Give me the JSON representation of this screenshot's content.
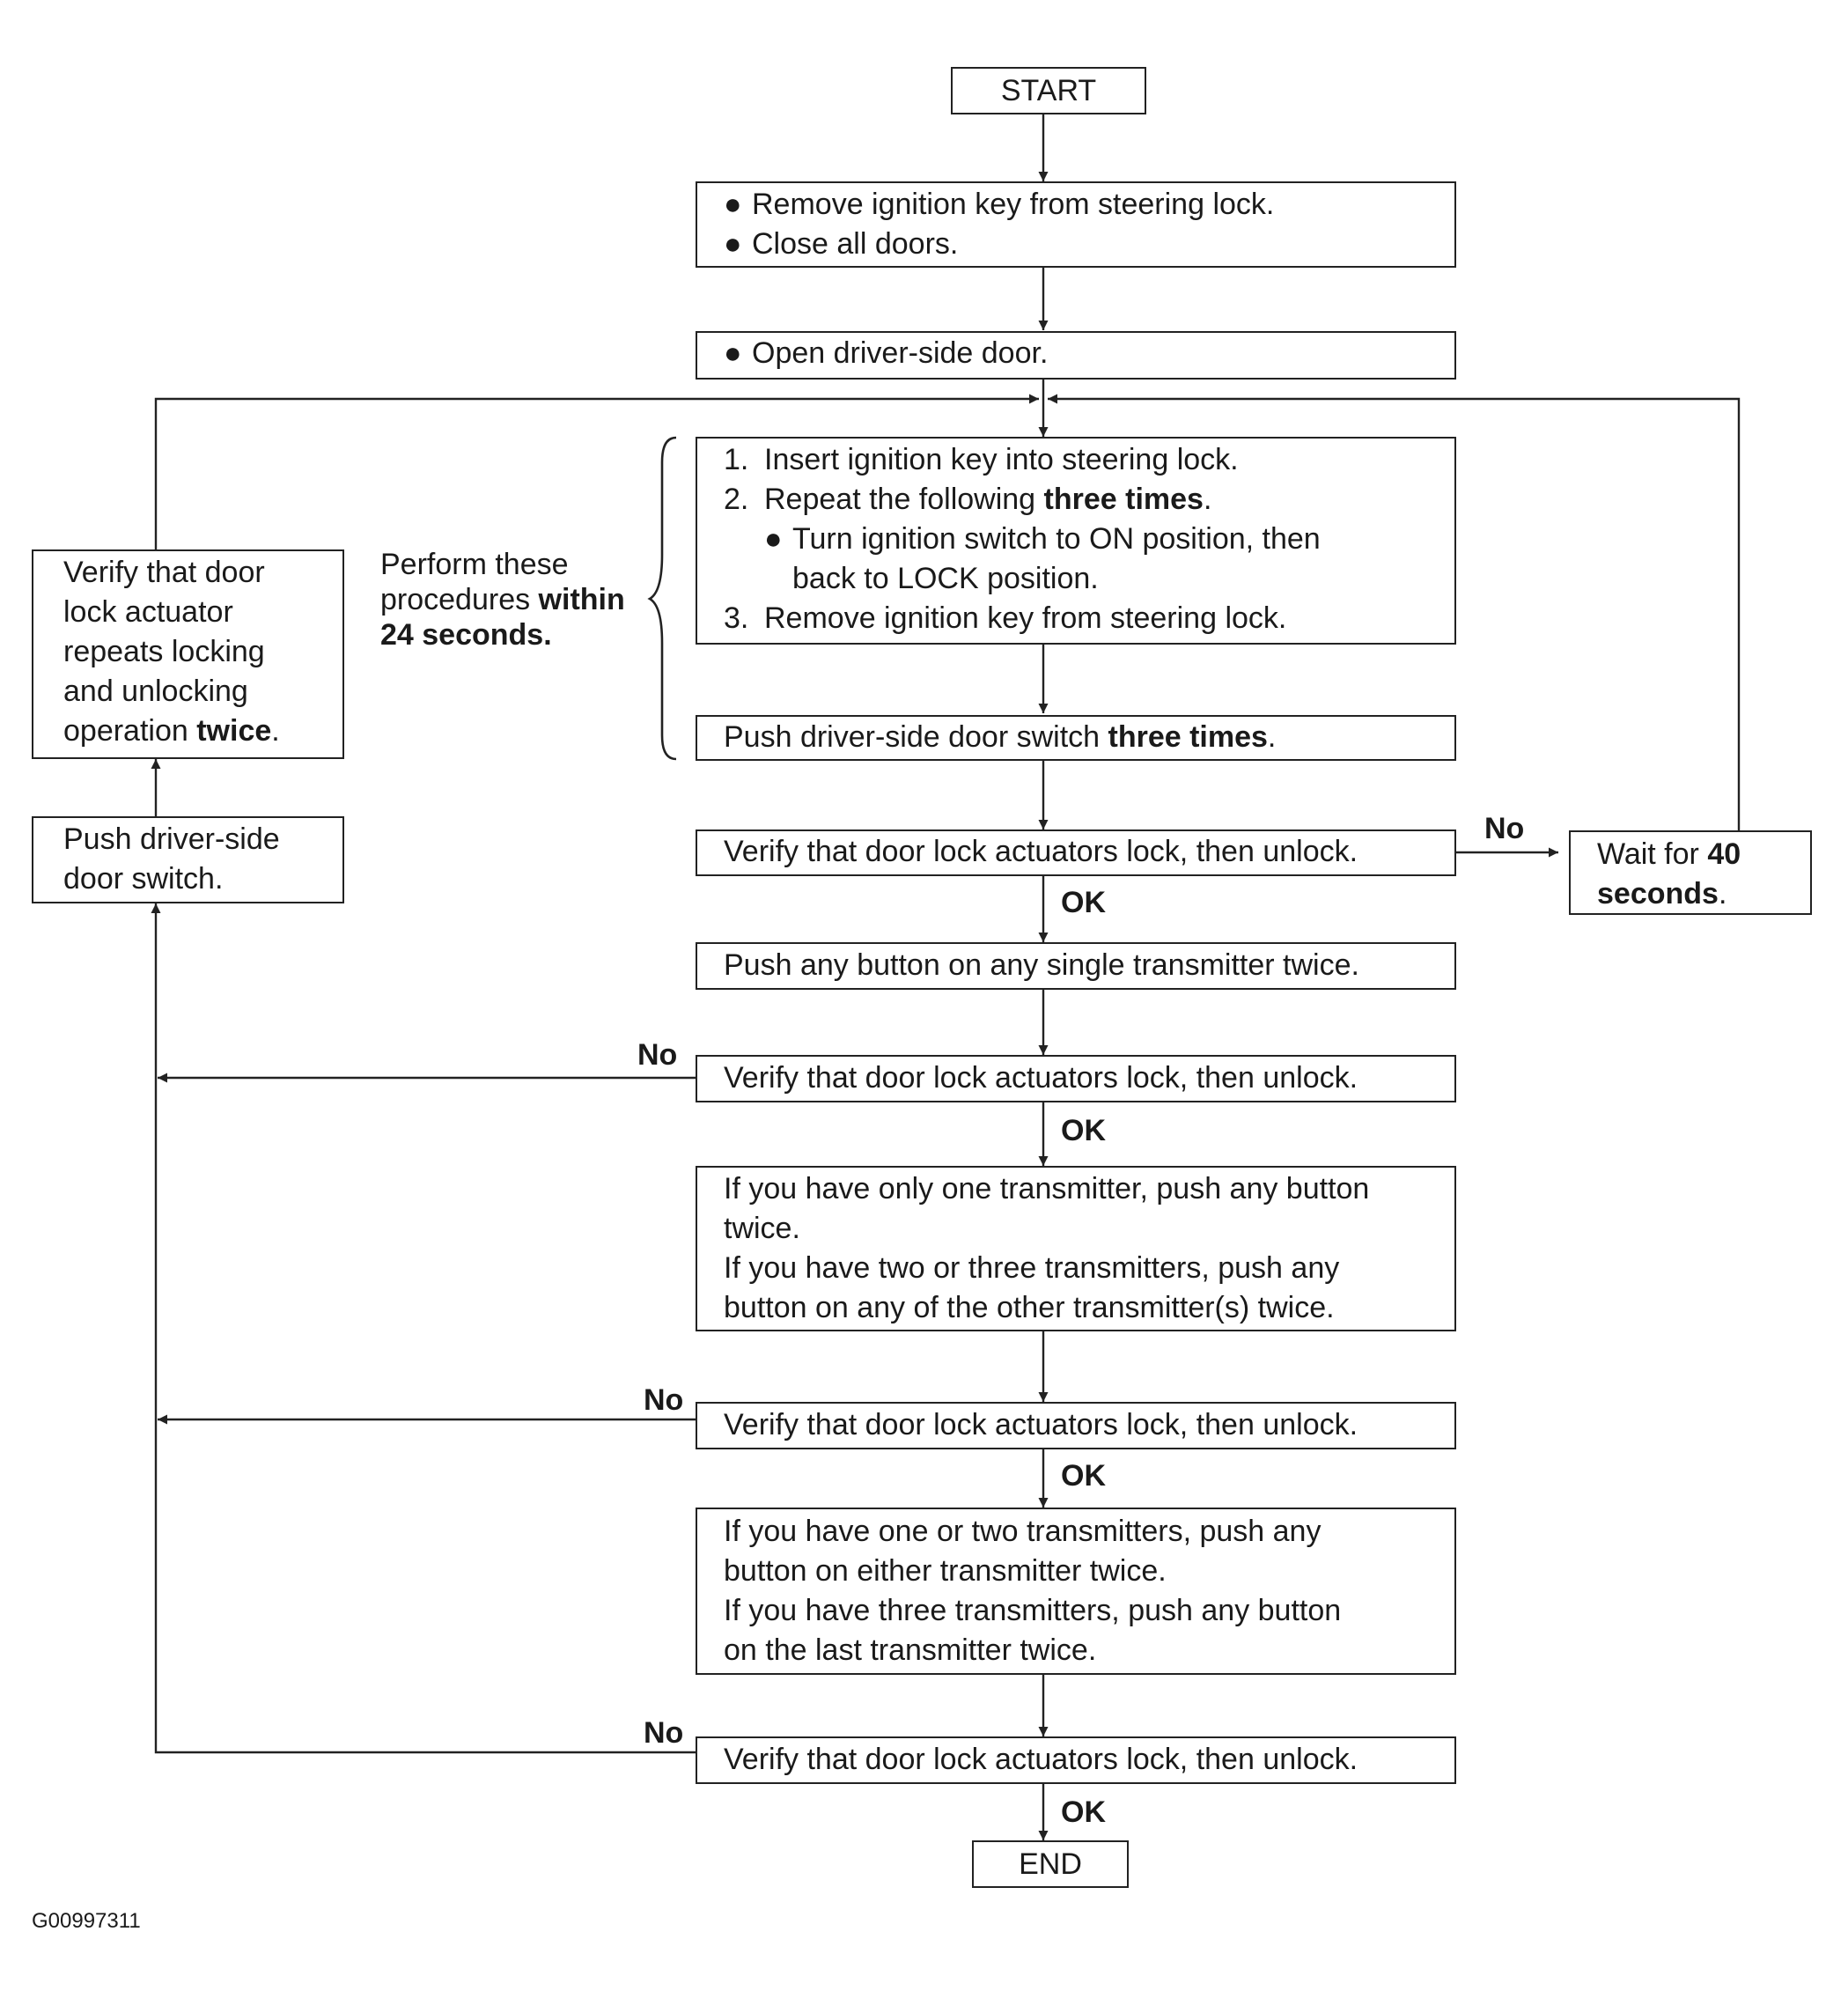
{
  "start": "START",
  "step1": {
    "bullets": [
      "Remove ignition key from steering lock.",
      "Close all doors."
    ]
  },
  "step2": {
    "bullet": "Open driver-side door."
  },
  "procedure": {
    "item1": "Insert ignition key into steering lock.",
    "item2_pre": "Repeat the following ",
    "item2_bold": "three times",
    "item2_post": ".",
    "sub1": "Turn ignition switch to ON position, then",
    "sub2": "back to LOCK position.",
    "item3": "Remove ignition key from steering lock.",
    "num1": "1.",
    "num2": "2.",
    "num3": "3."
  },
  "push_switch": {
    "pre": "Push driver-side door switch ",
    "bold": "three times",
    "post": "."
  },
  "time_note": {
    "line1": "Perform these",
    "line2_pre": "procedures ",
    "line2_bold": "within",
    "line3_bold": "24 seconds."
  },
  "verify_text": "Verify that door lock actuators lock, then unlock.",
  "wait": {
    "pre": "Wait for ",
    "bold1": "40",
    "bold2": "seconds",
    "post": "."
  },
  "push_any": "Push any button on any single transmitter twice.",
  "if_one": [
    "If you have only one transmitter, push any button",
    "twice.",
    "If you have two or three transmitters, push any",
    "button on any of the other transmitter(s) twice."
  ],
  "if_two": [
    "If you have one or two transmitters, push any",
    "button on either transmitter twice.",
    "If you have three transmitters, push any button",
    "on the last transmitter twice."
  ],
  "left_verify": {
    "line1": "Verify that door",
    "line2": "lock actuator",
    "line3": "repeats locking",
    "line4": "and unlocking",
    "line5_pre": "operation ",
    "line5_bold": "twice",
    "line5_post": "."
  },
  "left_push": [
    "Push driver-side",
    "door switch."
  ],
  "labels": {
    "ok": "OK",
    "no": "No"
  },
  "end": "END",
  "figure_id": "G00997311"
}
